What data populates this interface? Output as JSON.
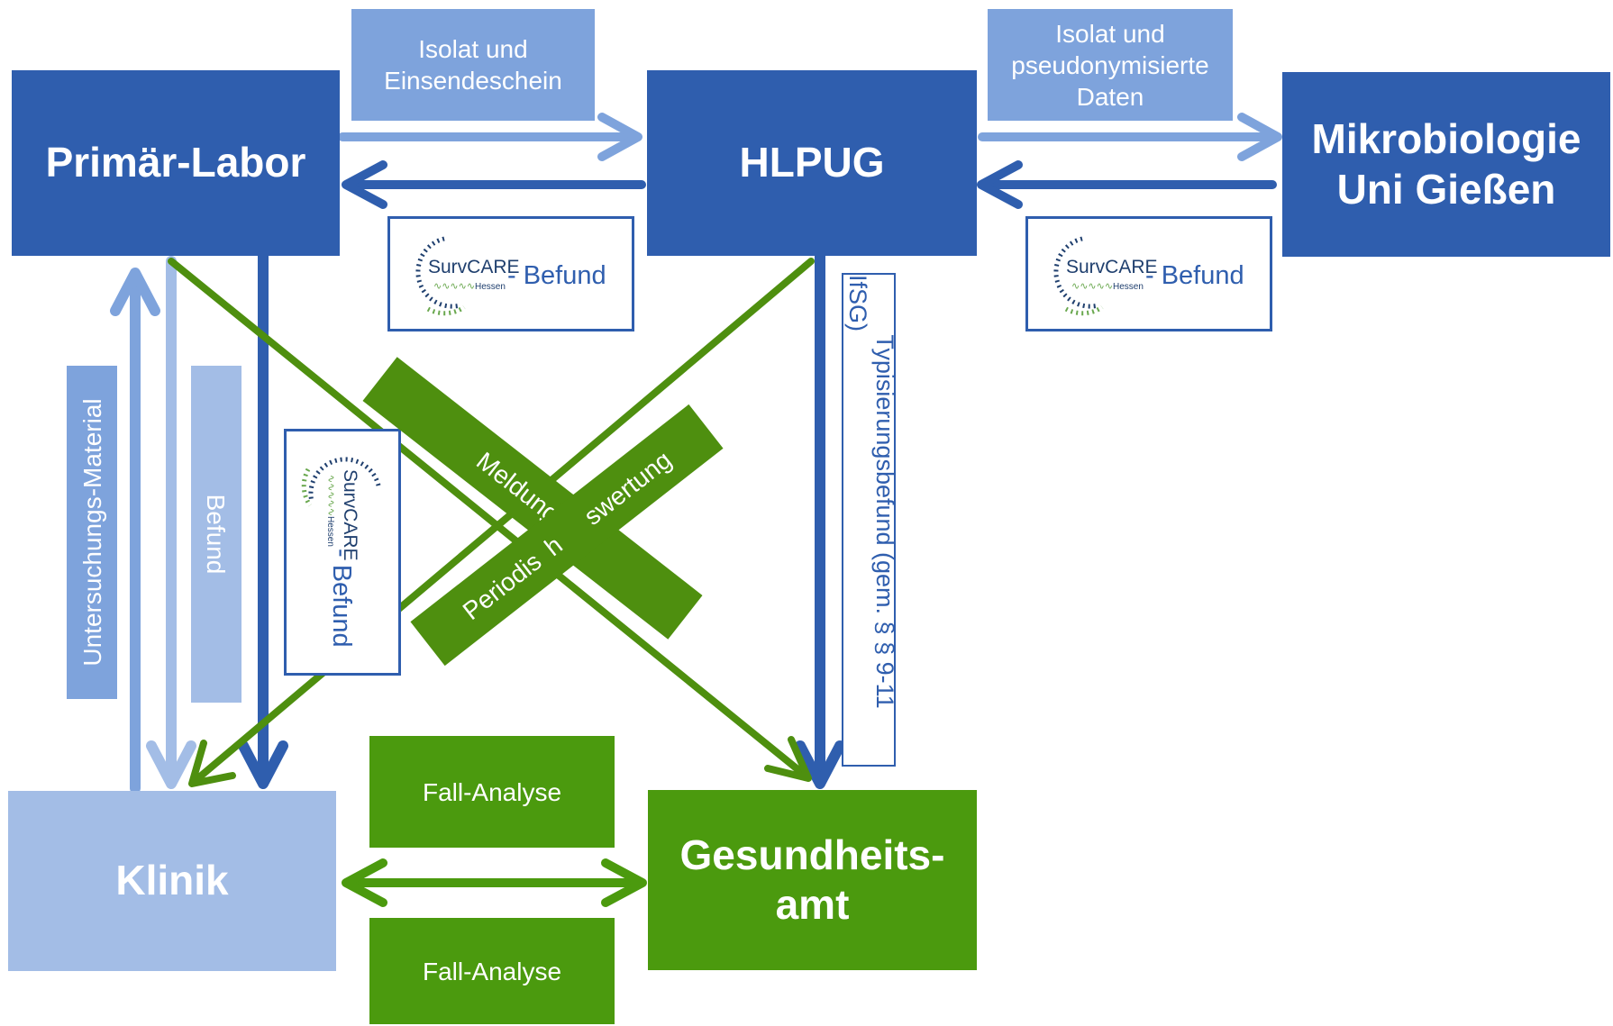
{
  "nodes": {
    "primaer_labor": "Primär-Labor",
    "hlpug": "HLPUG",
    "mikrobiologie_line1": "Mikrobiologie",
    "mikrobiologie_line2": "Uni Gießen",
    "klinik": "Klinik",
    "gesundheitsamt_line1": "Gesundheits-",
    "gesundheitsamt_line2": "amt"
  },
  "labels": {
    "isolat_einsendeschein_1": "Isolat und",
    "isolat_einsendeschein_2": "Einsendeschein",
    "isolat_pseudo_1": "Isolat und",
    "isolat_pseudo_2": "pseudonymisierte",
    "isolat_pseudo_3": "Daten",
    "untersuchungs_material": "Untersuchungs-Material",
    "befund": "Befund",
    "typisierung_1": "Typisierungsbefund (gem.  § § 9-11",
    "typisierung_2": "IfSG)",
    "meldung": "Meldung",
    "periodische_auswertung_left": "Periodis",
    "periodische_auswertung_mid": "h",
    "periodische_auswertung_right": "swertung",
    "fall_analyse_top": "Fall-Analyse",
    "fall_analyse_bottom": "Fall-Analyse"
  },
  "survcare": {
    "brand": "SurvCARE",
    "region": "Hessen",
    "suffix": "- Befund"
  },
  "colors": {
    "dark_blue": "#2f5eae",
    "mid_blue": "#7ea3dc",
    "light_blue": "#a3bde6",
    "green": "#4e8f0f",
    "bright_green": "#4b9a0e"
  }
}
